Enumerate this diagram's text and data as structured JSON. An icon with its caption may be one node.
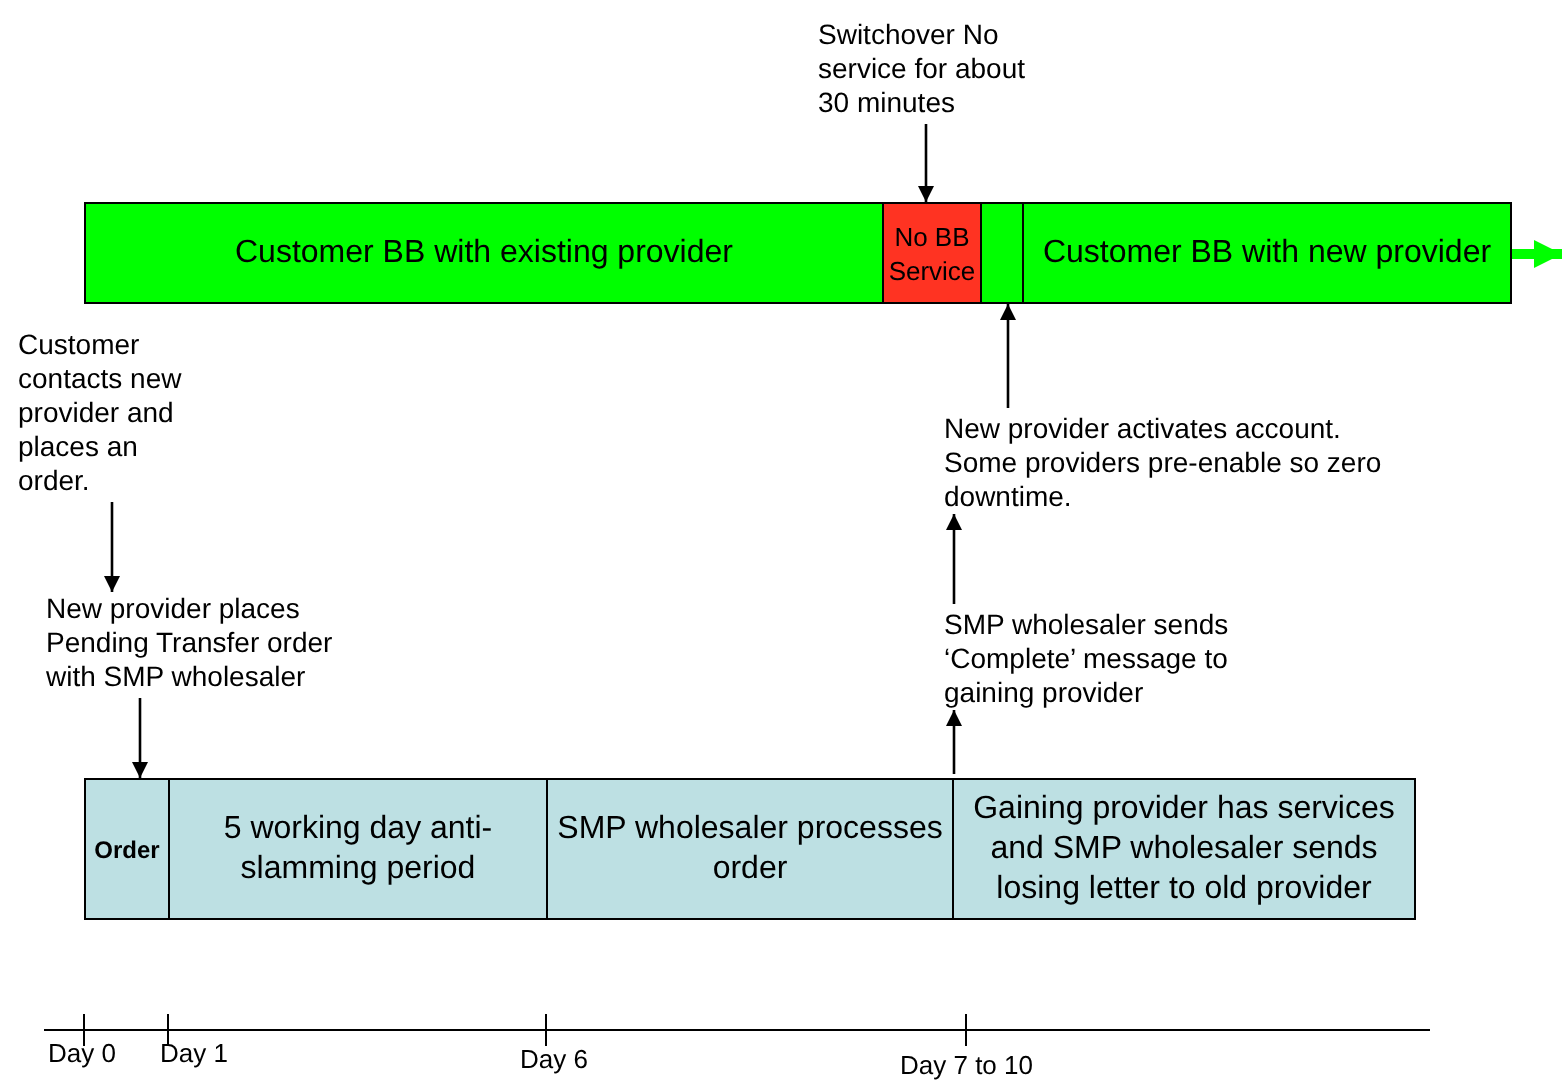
{
  "diagram": {
    "nodes": [
      {
        "text": [
          "Customer BB with existing provider"
        ]
      },
      {
        "text": [
          "No BB Service"
        ]
      },
      {
        "text": [],
        "shape": "box"
      },
      {
        "text": [
          "Customer BB with new provider"
        ]
      },
      {
        "text": [
          "Switchover No service for about 30 minutes"
        ]
      },
      {
        "text": [
          "Customer contacts new provider and places an order."
        ]
      },
      {
        "text": [
          "New provider places Pending Transfer order with SMP wholesaler"
        ]
      },
      {
        "text": [
          "New provider activates account. Some providers pre-enable so zero downtime."
        ]
      },
      {
        "text": [
          "SMP wholesaler sends ‘Complete’ message to gaining provider"
        ]
      },
      {
        "text": [
          "Order"
        ]
      },
      {
        "text": [
          "5 working day anti-slamming period"
        ]
      },
      {
        "text": [
          "SMP wholesaler processes order"
        ]
      },
      {
        "text": [
          "Gaining provider has services and SMP wholesaler sends losing letter to old provider"
        ]
      }
    ],
    "edges": [
      {
        "from": 3,
        "to": null,
        "arrow": "to",
        "style": "thick",
        "color": "#00ff00"
      },
      {
        "from": 4,
        "to": 1,
        "arrow": "to"
      },
      {
        "from": 5,
        "to": 6,
        "arrow": "to"
      },
      {
        "from": 6,
        "to": 9,
        "arrow": "to"
      },
      {
        "from": 7,
        "to": 2,
        "arrow": "to"
      },
      {
        "from": 8,
        "to": 7,
        "arrow": "to"
      },
      {
        "from": 12,
        "to": 8,
        "arrow": "to"
      }
    ],
    "labels": [
      "Day 0",
      "Day 1",
      "Day 6",
      "Day 7 to 10"
    ]
  }
}
